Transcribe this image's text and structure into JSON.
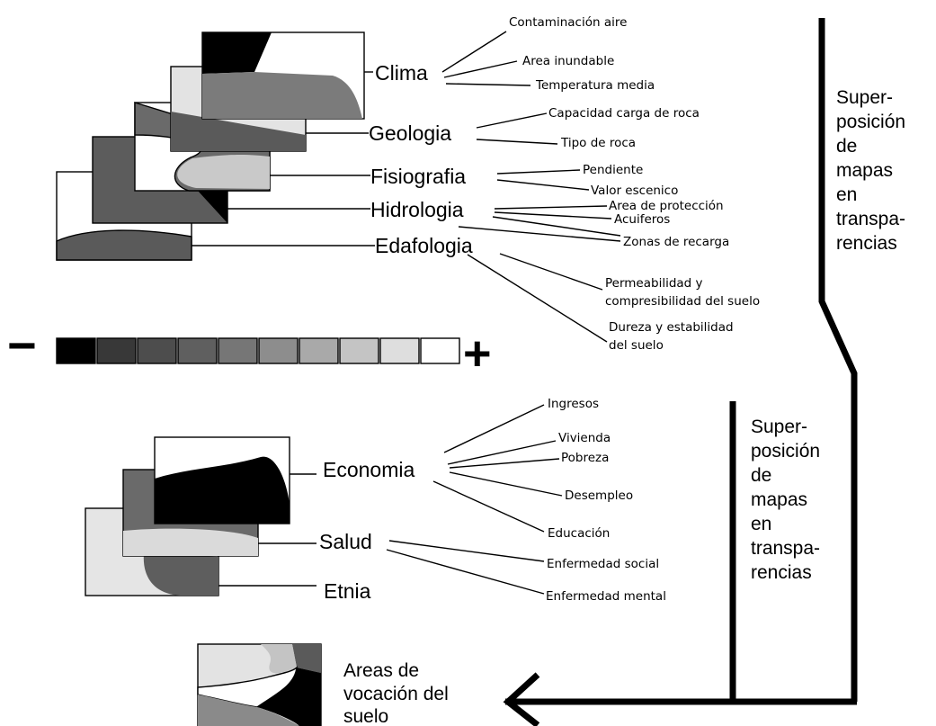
{
  "top_layers": [
    "Clima",
    "Geologia",
    "Fisiografia",
    "Hidrologia",
    "Edafologia"
  ],
  "clima_factors": [
    "Contaminación aire",
    "Area inundable",
    "Temperatura media"
  ],
  "geologia_factors": [
    "Capacidad carga de roca",
    "Tipo de roca"
  ],
  "fisiografia_factors": [
    "Pendiente",
    "Valor escenico"
  ],
  "hidrologia_factors": [
    "Area de protección",
    "Acuiferos",
    "Zonas de recarga"
  ],
  "edafologia_factors": [
    "Permeabilidad y",
    "compresibilidad del suelo",
    "Dureza y estabilidad",
    "del suelo"
  ],
  "scale": {
    "minus": "−",
    "plus": "+",
    "colors": [
      "#000000",
      "#383838",
      "#4d4d4d",
      "#5f5f5f",
      "#767676",
      "#8d8d8d",
      "#a9a9a9",
      "#c4c4c4",
      "#dedede",
      "#ffffff"
    ]
  },
  "bottom_layers": [
    "Economia",
    "Salud",
    "Etnia"
  ],
  "economia_factors": [
    "Ingresos",
    "Vivienda",
    "Pobreza",
    "Desempleo",
    "Educación"
  ],
  "salud_factors": [
    "Enfermedad social",
    "Enfermedad mental"
  ],
  "side_label_1": [
    "Super-",
    "posición",
    "de",
    "mapas",
    "en",
    "transpa-",
    "rencias"
  ],
  "side_label_2": [
    "Super-",
    "posición",
    "de",
    "mapas",
    "en",
    "transpa-",
    "rencias"
  ],
  "result_label": [
    "Areas de",
    "vocación del",
    "suelo"
  ]
}
